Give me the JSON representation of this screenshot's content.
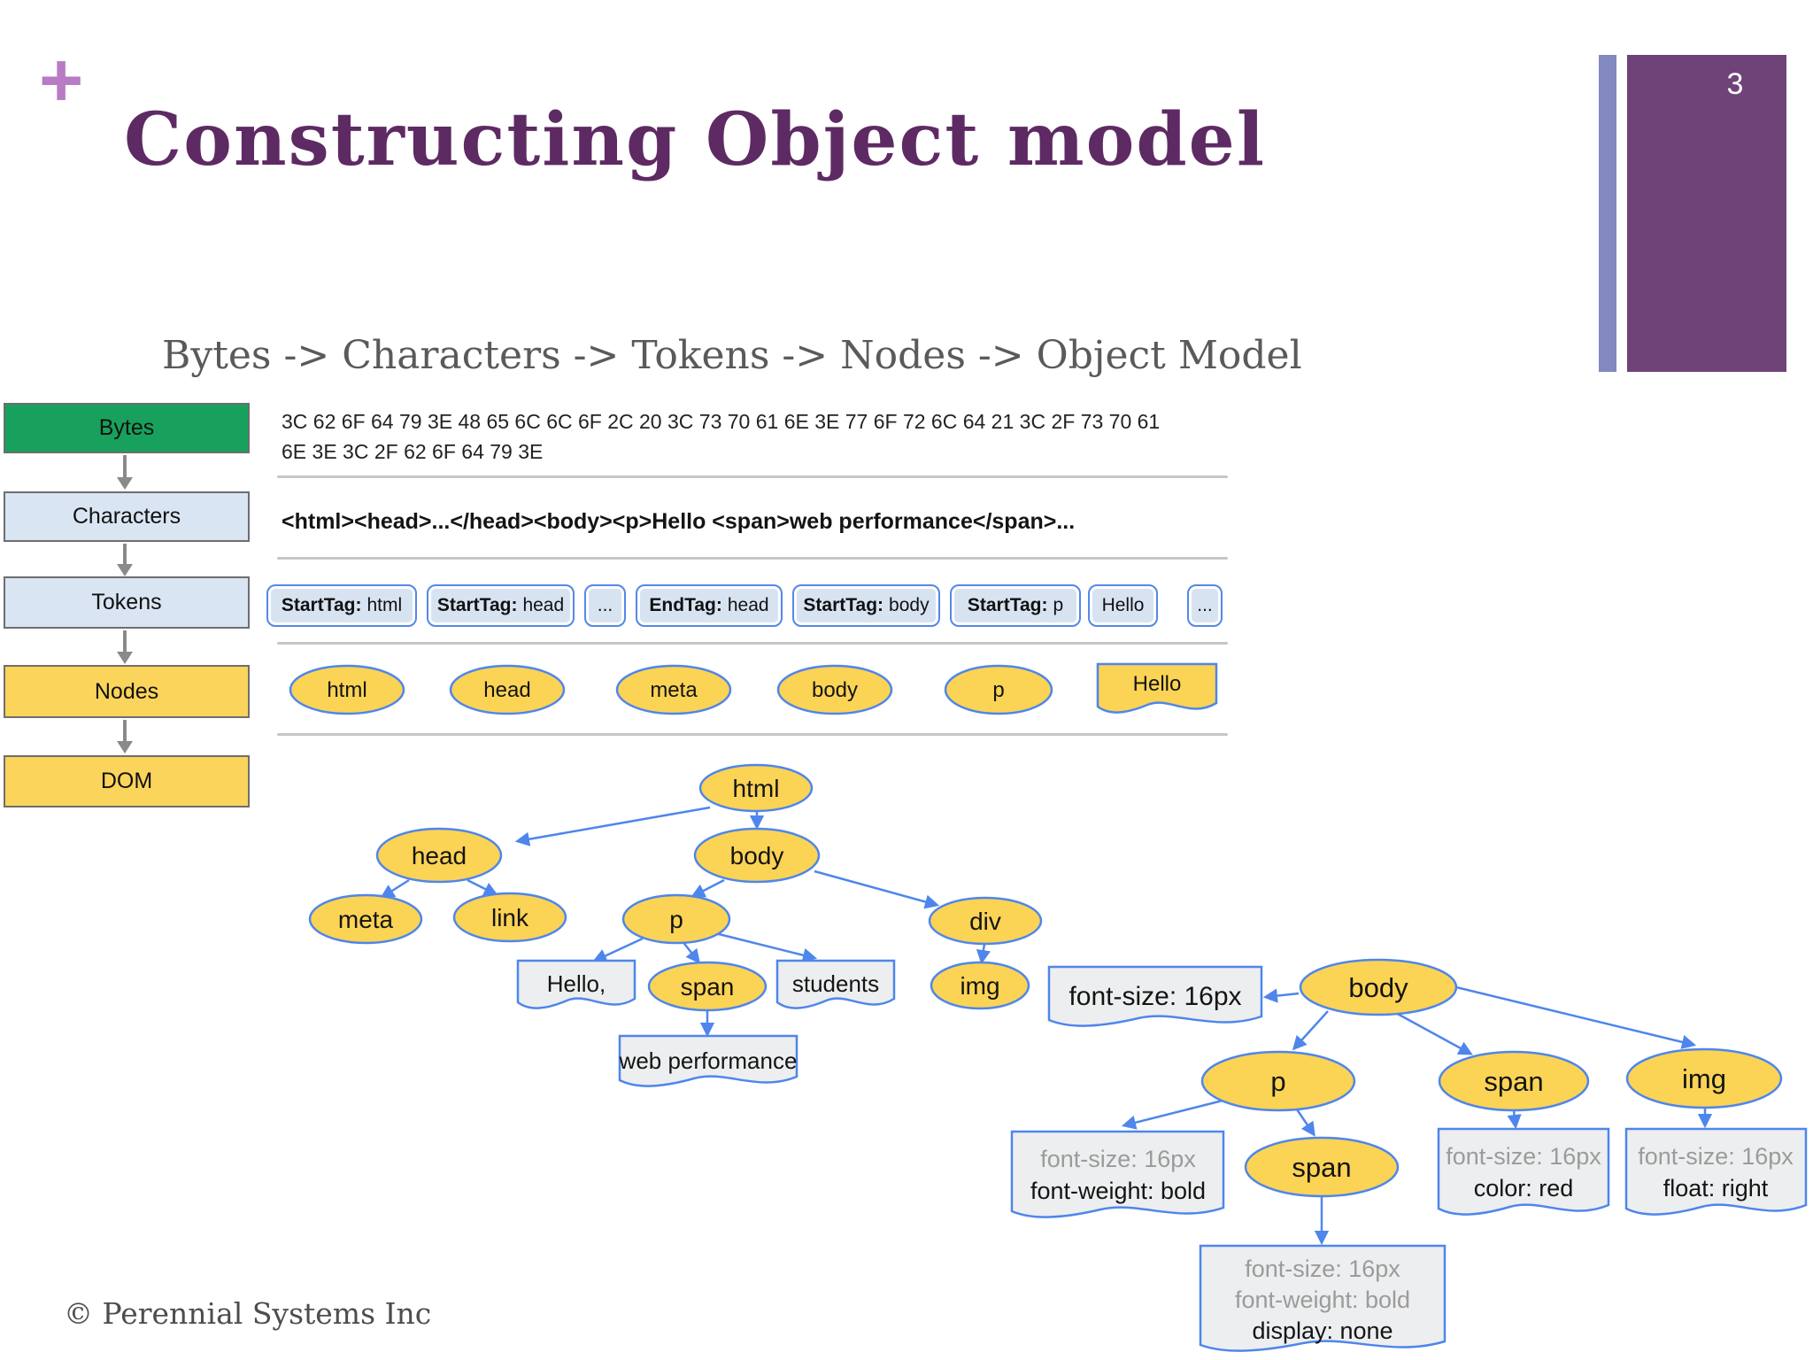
{
  "slide": {
    "plus": "+",
    "title": "Constructing Object model",
    "page_number": "3",
    "subtitle": "Bytes -> Characters -> Tokens -> Nodes -> Object Model",
    "footer": "© Perennial Systems Inc"
  },
  "colors": {
    "title_purple": "#5e2a63",
    "accent_plus": "#b77cc4",
    "side_bar_thin": "#8189be",
    "side_bar_wide": "#6f4377",
    "stage_green": "#18a15c",
    "stage_blue": "#d9e5f2",
    "stage_yellow": "#fbd45b",
    "node_yellow": "#fbd355",
    "diagram_blue": "#4e86ec",
    "doc_gray": "#edeeef"
  },
  "pipeline": {
    "stages": [
      {
        "label": "Bytes"
      },
      {
        "label": "Characters"
      },
      {
        "label": "Tokens"
      },
      {
        "label": "Nodes"
      },
      {
        "label": "DOM"
      }
    ]
  },
  "bytes_row": {
    "line1": "3C 62 6F 64 79 3E 48 65 6C 6C 6F 2C 20 3C 73 70 61 6E 3E 77 6F 72 6C 64 21 3C 2F 73 70 61",
    "line2": "6E 3E 3C 2F 62 6F 64 79 3E"
  },
  "characters_row": {
    "text": "<html><head>...</head><body><p>Hello <span>web performance</span>..."
  },
  "tokens_row": {
    "tokens": [
      {
        "label": "StartTag:",
        "value": "html"
      },
      {
        "label": "StartTag:",
        "value": "head"
      },
      {
        "label": "",
        "value": "..."
      },
      {
        "label": "EndTag:",
        "value": "head"
      },
      {
        "label": "StartTag:",
        "value": "body"
      },
      {
        "label": "StartTag:",
        "value": "p"
      },
      {
        "label": "",
        "value": "Hello"
      },
      {
        "label": "",
        "value": "..."
      }
    ]
  },
  "nodes_row": {
    "n1": "html",
    "n2": "head",
    "n3": "meta",
    "n4": "body",
    "n5": "p",
    "doc": "Hello"
  },
  "dom_tree": {
    "html": "html",
    "head": "head",
    "body": "body",
    "meta": "meta",
    "link": "link",
    "p": "p",
    "div": "div",
    "span": "span",
    "img": "img",
    "text_hello": "Hello,",
    "text_students": "students",
    "text_webperf": "web performance"
  },
  "cssom_tree": {
    "body": "body",
    "p": "p",
    "span": "span",
    "img": "img",
    "span_inner": "span",
    "body_style": "font-size: 16px",
    "p_style_1": "font-size: 16px",
    "p_style_2": "font-weight: bold",
    "span_style_1": "font-size: 16px",
    "span_style_2": "color: red",
    "img_style_1": "font-size: 16px",
    "img_style_2": "float: right",
    "span_inner_style_1": "font-size: 16px",
    "span_inner_style_2": "font-weight: bold",
    "span_inner_style_3": "display: none"
  }
}
